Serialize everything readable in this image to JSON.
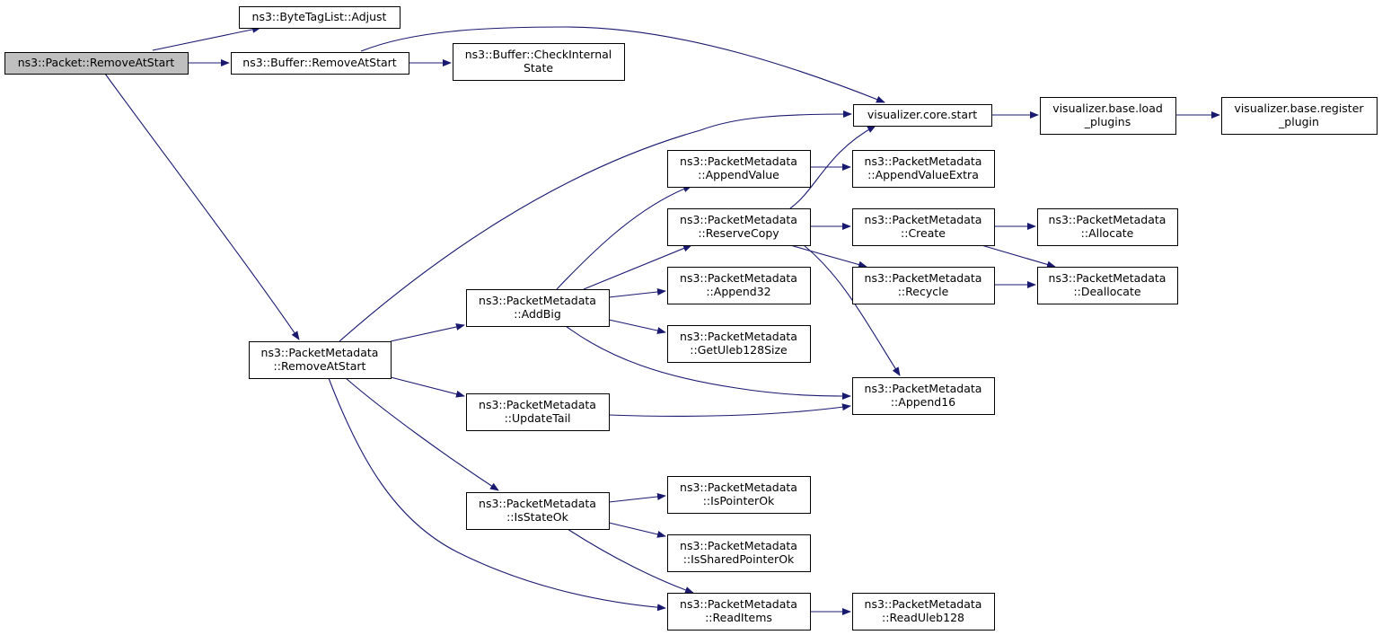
{
  "colors": {
    "edge": "#191970",
    "root_fill": "#bfbfbf",
    "node_fill": "#ffffff",
    "border": "#000000"
  },
  "nodes": [
    {
      "id": "packet_removeatstart",
      "lines": [
        "ns3::Packet::RemoveAtStart"
      ],
      "root": true
    },
    {
      "id": "bytetaglist_adjust",
      "lines": [
        "ns3::ByteTagList::Adjust"
      ]
    },
    {
      "id": "buffer_removeatstart",
      "lines": [
        "ns3::Buffer::RemoveAtStart"
      ]
    },
    {
      "id": "buffer_checkinternalstate",
      "lines": [
        "ns3::Buffer::CheckInternal",
        "State"
      ]
    },
    {
      "id": "pm_removeatstart",
      "lines": [
        "ns3::PacketMetadata",
        "::RemoveAtStart"
      ]
    },
    {
      "id": "vis_core_start",
      "lines": [
        "visualizer.core.start"
      ]
    },
    {
      "id": "vis_base_load_plugins",
      "lines": [
        "visualizer.base.load",
        "_plugins"
      ]
    },
    {
      "id": "vis_base_register_plugin",
      "lines": [
        "visualizer.base.register",
        "_plugin"
      ]
    },
    {
      "id": "pm_addbig",
      "lines": [
        "ns3::PacketMetadata",
        "::AddBig"
      ]
    },
    {
      "id": "pm_updatetail",
      "lines": [
        "ns3::PacketMetadata",
        "::UpdateTail"
      ]
    },
    {
      "id": "pm_isstateok",
      "lines": [
        "ns3::PacketMetadata",
        "::IsStateOk"
      ]
    },
    {
      "id": "pm_appendvalue",
      "lines": [
        "ns3::PacketMetadata",
        "::AppendValue"
      ]
    },
    {
      "id": "pm_reservecopy",
      "lines": [
        "ns3::PacketMetadata",
        "::ReserveCopy"
      ]
    },
    {
      "id": "pm_append32",
      "lines": [
        "ns3::PacketMetadata",
        "::Append32"
      ]
    },
    {
      "id": "pm_getuleb128size",
      "lines": [
        "ns3::PacketMetadata",
        "::GetUleb128Size"
      ]
    },
    {
      "id": "pm_appendvalueextra",
      "lines": [
        "ns3::PacketMetadata",
        "::AppendValueExtra"
      ]
    },
    {
      "id": "pm_create",
      "lines": [
        "ns3::PacketMetadata",
        "::Create"
      ]
    },
    {
      "id": "pm_recycle",
      "lines": [
        "ns3::PacketMetadata",
        "::Recycle"
      ]
    },
    {
      "id": "pm_append16",
      "lines": [
        "ns3::PacketMetadata",
        "::Append16"
      ]
    },
    {
      "id": "pm_allocate",
      "lines": [
        "ns3::PacketMetadata",
        "::Allocate"
      ]
    },
    {
      "id": "pm_deallocate",
      "lines": [
        "ns3::PacketMetadata",
        "::Deallocate"
      ]
    },
    {
      "id": "pm_ispointerok",
      "lines": [
        "ns3::PacketMetadata",
        "::IsPointerOk"
      ]
    },
    {
      "id": "pm_issharedpointerok",
      "lines": [
        "ns3::PacketMetadata",
        "::IsSharedPointerOk"
      ]
    },
    {
      "id": "pm_readitems",
      "lines": [
        "ns3::PacketMetadata",
        "::ReadItems"
      ]
    },
    {
      "id": "pm_readuleb128",
      "lines": [
        "ns3::PacketMetadata",
        "::ReadUleb128"
      ]
    }
  ],
  "edges": [
    {
      "from": "packet_removeatstart",
      "to": "bytetaglist_adjust"
    },
    {
      "from": "packet_removeatstart",
      "to": "buffer_removeatstart"
    },
    {
      "from": "packet_removeatstart",
      "to": "pm_removeatstart"
    },
    {
      "from": "buffer_removeatstart",
      "to": "buffer_checkinternalstate"
    },
    {
      "from": "buffer_removeatstart",
      "to": "vis_core_start"
    },
    {
      "from": "pm_removeatstart",
      "to": "vis_core_start"
    },
    {
      "from": "pm_removeatstart",
      "to": "pm_addbig"
    },
    {
      "from": "pm_removeatstart",
      "to": "pm_updatetail"
    },
    {
      "from": "pm_removeatstart",
      "to": "pm_isstateok"
    },
    {
      "from": "pm_removeatstart",
      "to": "pm_readitems"
    },
    {
      "from": "vis_core_start",
      "to": "vis_base_load_plugins"
    },
    {
      "from": "vis_base_load_plugins",
      "to": "vis_base_register_plugin"
    },
    {
      "from": "pm_addbig",
      "to": "pm_appendvalue"
    },
    {
      "from": "pm_addbig",
      "to": "pm_reservecopy"
    },
    {
      "from": "pm_addbig",
      "to": "pm_append32"
    },
    {
      "from": "pm_addbig",
      "to": "pm_getuleb128size"
    },
    {
      "from": "pm_addbig",
      "to": "pm_append16"
    },
    {
      "from": "pm_appendvalue",
      "to": "pm_appendvalueextra"
    },
    {
      "from": "pm_reservecopy",
      "to": "vis_core_start"
    },
    {
      "from": "pm_reservecopy",
      "to": "pm_create"
    },
    {
      "from": "pm_reservecopy",
      "to": "pm_recycle"
    },
    {
      "from": "pm_reservecopy",
      "to": "pm_append16"
    },
    {
      "from": "pm_create",
      "to": "pm_allocate"
    },
    {
      "from": "pm_create",
      "to": "pm_deallocate"
    },
    {
      "from": "pm_recycle",
      "to": "pm_deallocate"
    },
    {
      "from": "pm_updatetail",
      "to": "pm_append16"
    },
    {
      "from": "pm_isstateok",
      "to": "pm_ispointerok"
    },
    {
      "from": "pm_isstateok",
      "to": "pm_issharedpointerok"
    },
    {
      "from": "pm_isstateok",
      "to": "pm_readitems"
    },
    {
      "from": "pm_readitems",
      "to": "pm_readuleb128"
    }
  ]
}
